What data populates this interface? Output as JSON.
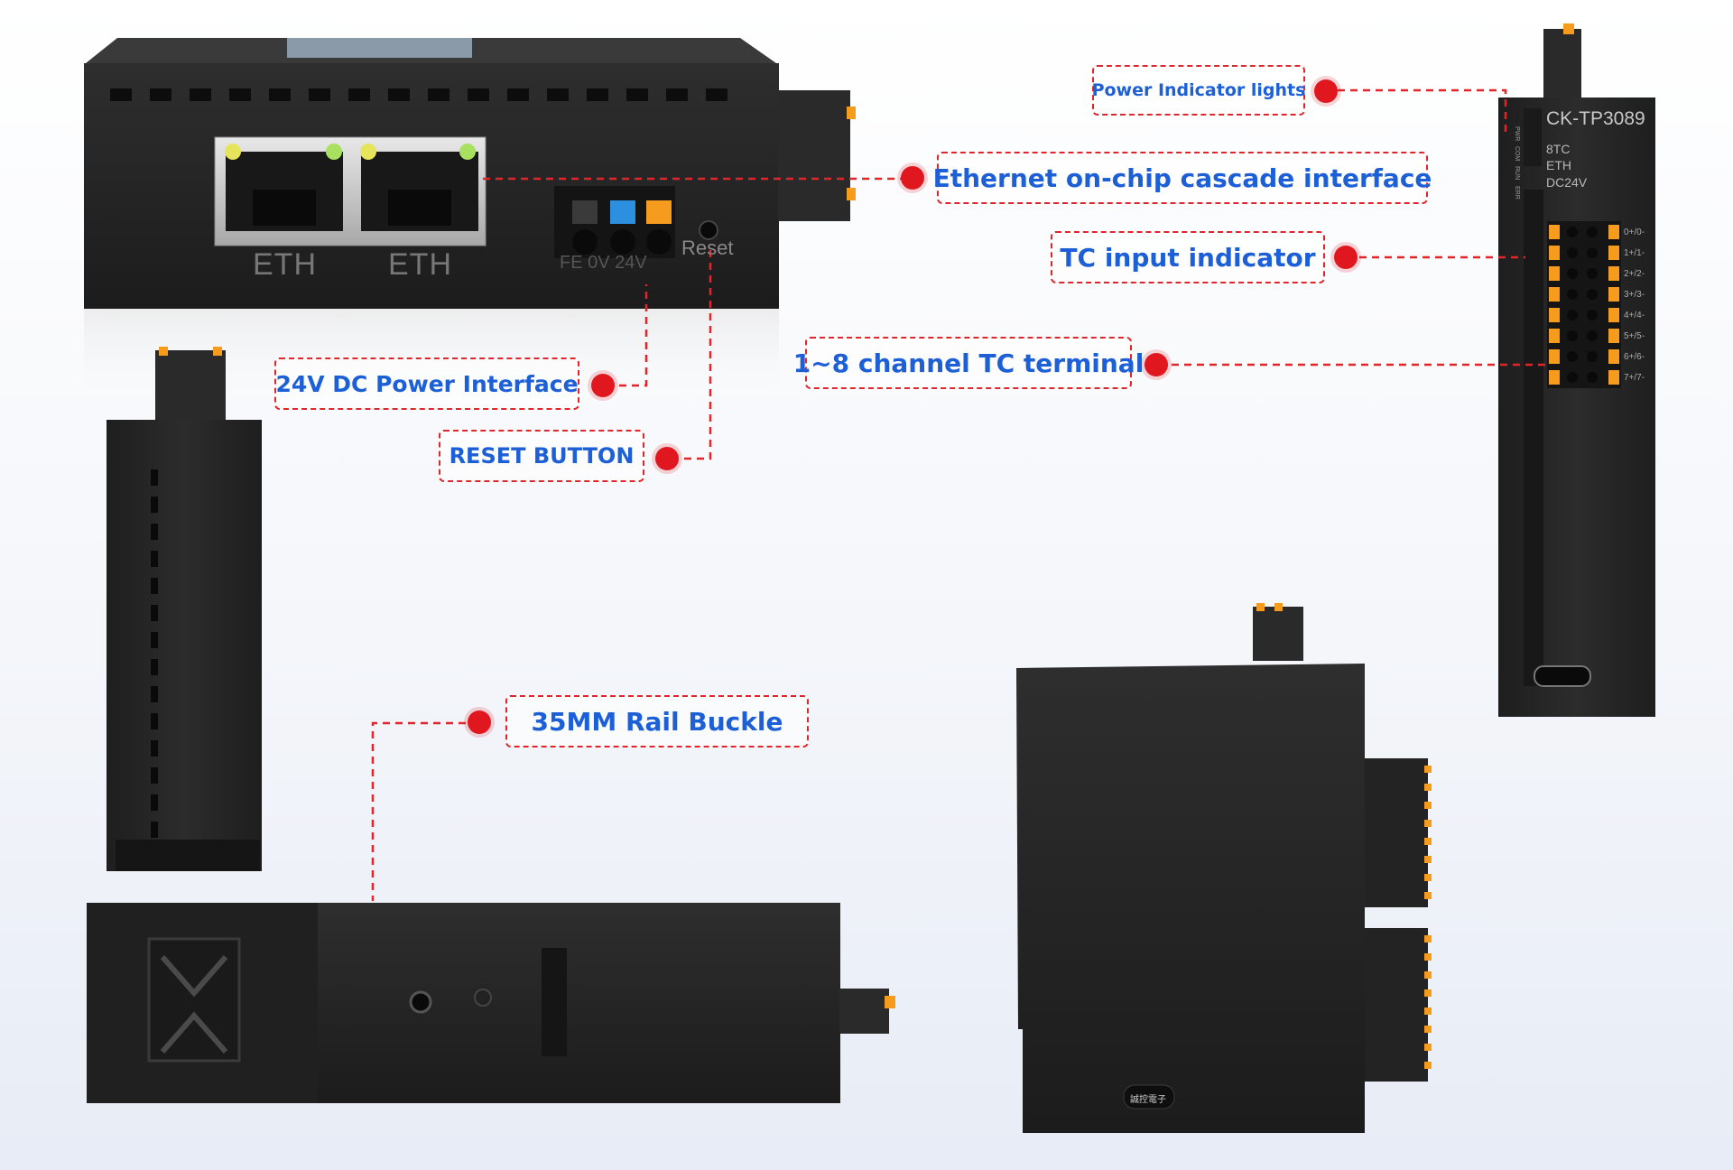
{
  "callouts": {
    "power_indicator": "Power Indicator lights",
    "ethernet": "Ethernet on-chip cascade interface",
    "tc_indicator": "TC input indicator",
    "tc_terminal": "1~8 channel TC terminal",
    "power_24v": "24V DC Power Interface",
    "reset": "RESET BUTTON",
    "rail": "35MM Rail Buckle"
  },
  "top_view": {
    "eth_left": "ETH",
    "eth_right": "ETH",
    "power_label": "FE 0V 24V",
    "reset_label": "Reset"
  },
  "front_panel": {
    "model": "CK-TP3089",
    "spec_line_1": "8TC",
    "spec_line_2": "ETH",
    "spec_line_3": "DC24V",
    "led_labels": [
      "PWR",
      "COM",
      "RUN",
      "ERR"
    ],
    "channel_labels": [
      "0+/0-",
      "1+/1-",
      "2+/2-",
      "3+/3-",
      "4+/4-",
      "5+/5-",
      "6+/6-",
      "7+/7-"
    ]
  },
  "side_view": {
    "badge": "誠控電子"
  },
  "colors": {
    "callout_border": "#e0262a",
    "callout_text": "#1c5fd6",
    "dot": "#e0171f",
    "housing": "#262626",
    "terminal_orange": "#f59b1e"
  }
}
